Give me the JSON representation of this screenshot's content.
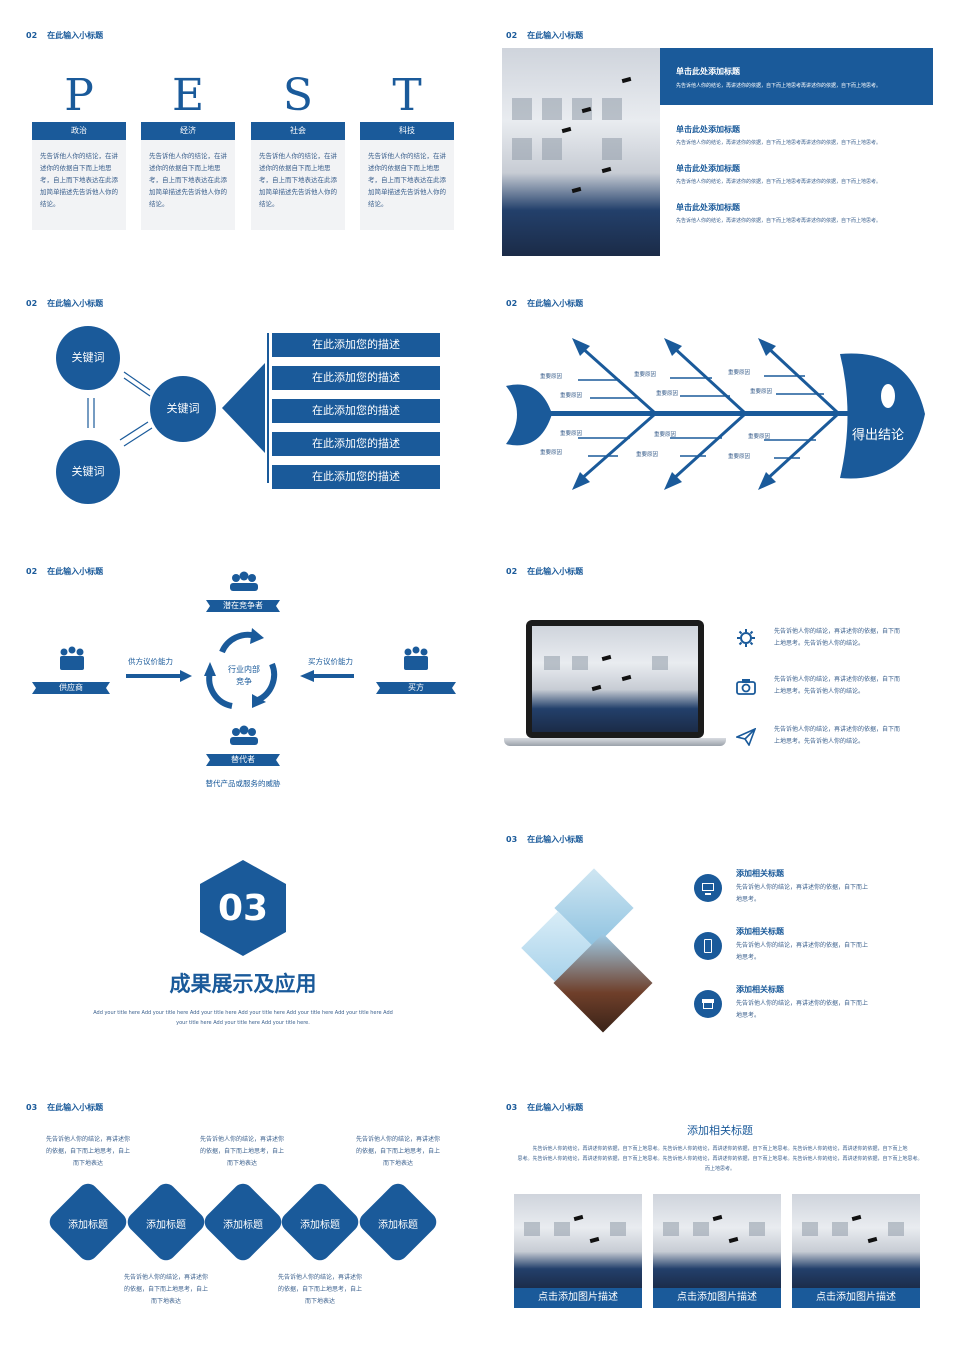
{
  "subtitle_02": "在此输入小标题",
  "subtitle_03": "在此输入小标题",
  "num_02": "02",
  "num_03": "03",
  "slide1": {
    "letters": [
      "P",
      "E",
      "S",
      "T"
    ],
    "labels": [
      "政治",
      "经济",
      "社会",
      "科技"
    ],
    "body": [
      "先告诉他人你的结论，在讲述你的依据自下而上地思考，自上而下地表达在此添加简单描述先告诉他人你的结论。",
      "先告诉他人你的结论，在讲述你的依据自下而上地思考，自上而下地表达在此添加简单描述先告诉他人你的结论。",
      "先告诉他人你的结论，在讲述你的依据自下而上地思考，自上而下地表达在此添加简单描述先告诉他人你的结论。",
      "先告诉他人你的结论，在讲述你的依据自下而上地思考，自上而下地表达在此添加简单描述先告诉他人你的结论。"
    ]
  },
  "slide2": {
    "main_title": "单击此处添加标题",
    "main_body": "先告诉他人你的结论，再讲述你的依据，自下而上地思考再讲述你的依据，自下而上地思考。",
    "items": [
      {
        "title": "单击此处添加标题",
        "body": "先告诉他人你的结论，再讲述你的依据，自下而上地思考再讲述你的依据，自下而上地思考。"
      },
      {
        "title": "单击此处添加标题",
        "body": "先告诉他人你的结论，再讲述你的依据，自下而上地思考再讲述你的依据，自下而上地思考。"
      },
      {
        "title": "单击此处添加标题",
        "body": "先告诉他人你的结论，再讲述你的依据，自下而上地思考再讲述你的依据，自下而上地思考。"
      }
    ]
  },
  "slide3": {
    "keywords": [
      "关键词",
      "关键词",
      "关键词"
    ],
    "bars": [
      "在此添加您的描述",
      "在此添加您的描述",
      "在此添加您的描述",
      "在此添加您的描述",
      "在此添加您的描述"
    ]
  },
  "slide4": {
    "cause": "重要原因",
    "conclusion": "得出结论"
  },
  "slide5": {
    "top": "潜在竞争者",
    "left": "供应商",
    "right": "买方",
    "bottom": "替代者",
    "bottom_note": "替代产品或服务的威胁",
    "left_arrow": "供方议价能力",
    "right_arrow": "买方议价能力",
    "center": [
      "行业内部",
      "竞争"
    ]
  },
  "slide6": {
    "items": [
      {
        "icon": "gear-icon",
        "text": [
          "先告诉他人你的结论，再讲述你的依据，自下而",
          "上地思考。先告诉他人你的结论。"
        ]
      },
      {
        "icon": "camera-icon",
        "text": [
          "先告诉他人你的结论，再讲述你的依据，自下而",
          "上地思考。先告诉他人你的结论。"
        ]
      },
      {
        "icon": "paper-plane-icon",
        "text": [
          "先告诉他人你的结论，再讲述你的依据，自下而",
          "上地思考。先告诉他人你的结论。"
        ]
      }
    ]
  },
  "slide7": {
    "badge": "03",
    "title": "成果展示及应用",
    "english": [
      "Add your title here Add your title here Add your title here Add your title here Add your title here Add your title here Add",
      "your title here Add your title here Add your title here."
    ]
  },
  "slide8": {
    "items": [
      {
        "title": "添加相关标题",
        "text": [
          "先告诉他人你的结论，再讲述你的依据，自下而上",
          "地思考。"
        ]
      },
      {
        "title": "添加相关标题",
        "text": [
          "先告诉他人你的结论，再讲述你的依据，自下而上",
          "地思考。"
        ]
      },
      {
        "title": "添加相关标题",
        "text": [
          "先告诉他人你的结论，再讲述你的依据，自下而上",
          "地思考。"
        ]
      }
    ]
  },
  "slide9": {
    "diamonds": [
      "添加标题",
      "添加标题",
      "添加标题",
      "添加标题",
      "添加标题"
    ],
    "top_texts": [
      [
        "先告诉他人你的结论，再讲述你",
        "的依据，自下而上地思考，自上",
        "而下地表达"
      ],
      [
        "先告诉他人你的结论，再讲述你",
        "的依据，自下而上地思考，自上",
        "而下地表达"
      ],
      [
        "先告诉他人你的结论，再讲述你",
        "的依据，自下而上地思考，自上",
        "而下地表达"
      ]
    ],
    "bottom_texts": [
      [
        "先告诉他人你的结论，再讲述你",
        "的依据，自下而上地思考，自上",
        "而下地表达"
      ],
      [
        "先告诉他人你的结论，再讲述你",
        "的依据，自下而上地思考，自上",
        "而下地表达"
      ]
    ]
  },
  "slide10": {
    "title": "添加相关标题",
    "para": [
      "先告诉他人你的结论，再讲述你的依据，自下而上地思考。先告诉他人你的结论，再讲述你的依据，自下而上地思考。先告诉他人你的结论，再讲述你的依据，自下而上地",
      "思考。先告诉他人你的结论，再讲述你的依据，自下而上地思考。先告诉他人你的结论，再讲述你的依据，自下而上地思考。先告诉他人你的结论，再讲述你的依据，自下而上地思考。",
      "而上地思考。"
    ],
    "captions": [
      "点击添加图片描述",
      "点击添加图片描述",
      "点击添加图片描述"
    ]
  }
}
